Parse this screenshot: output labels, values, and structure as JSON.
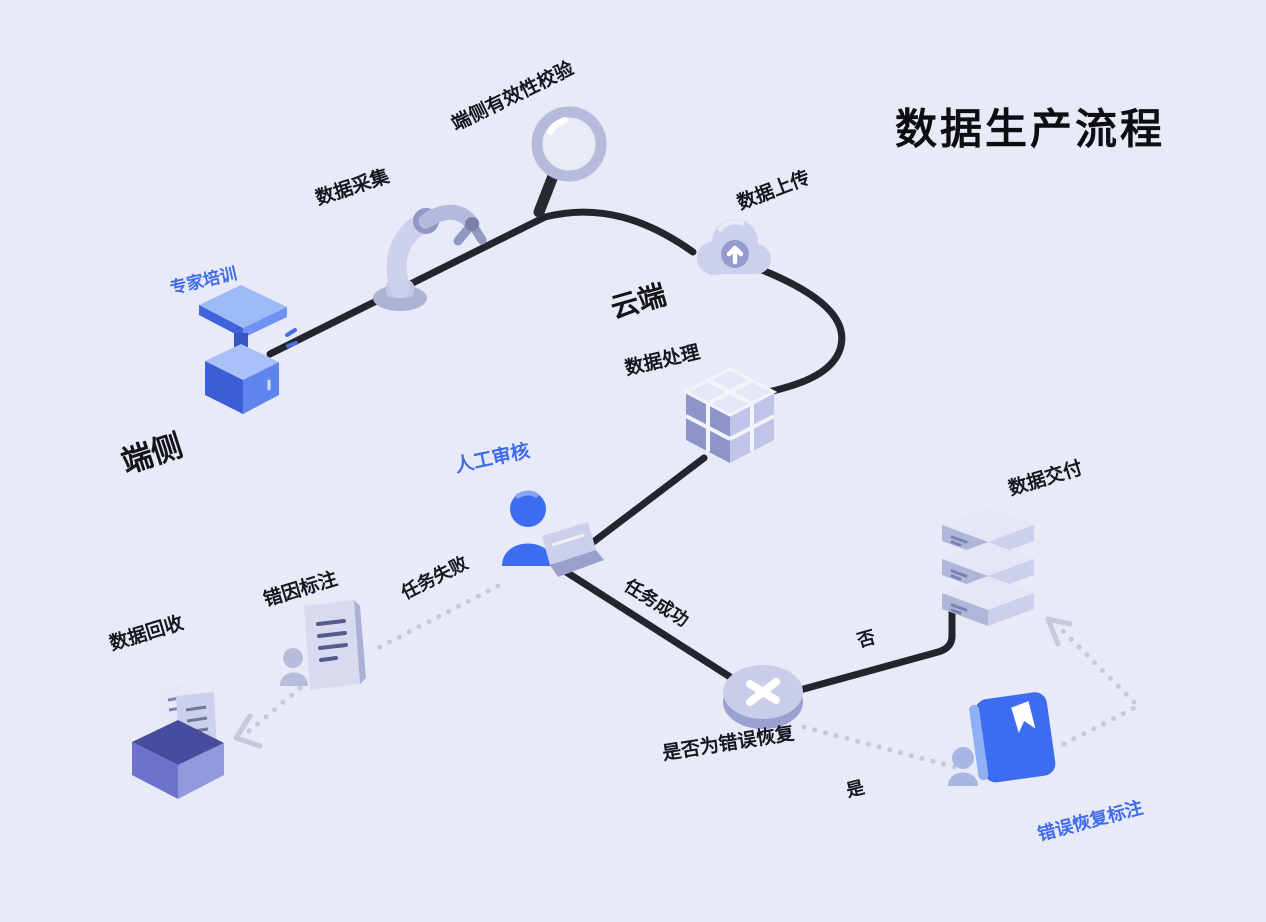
{
  "title": "数据生产流程",
  "labels": {
    "expert_training": "专家培训",
    "device_side": "端侧",
    "data_collection": "数据采集",
    "device_validity_check": "端侧有效性校验",
    "data_upload": "数据上传",
    "cloud_side": "云端",
    "data_processing": "数据处理",
    "manual_review": "人工审核",
    "task_failed": "任务失败",
    "error_cause_annotation": "错因标注",
    "data_recycling": "数据回收",
    "task_success": "任务成功",
    "is_error_recovery": "是否为错误恢复",
    "branch_no": "否",
    "branch_yes": "是",
    "data_delivery": "数据交付",
    "error_recovery_annotation": "错误恢复标注"
  },
  "icons": {
    "podium-icon": "isometric blue podium (expert training)",
    "robot-arm-icon": "robot arm (data collection)",
    "magnifier-icon": "magnifying glass (validity check)",
    "cloud-upload-icon": "cloud with upload arrow",
    "cube-icon": "isometric segmented cube (data processing)",
    "person-laptop-icon": "person with laptop (manual review)",
    "document-person-icon": "document with person (error cause annotation)",
    "recycle-box-icon": "open box with papers (data recycling)",
    "decision-icon": "isometric disc with X (decision)",
    "server-icon": "server stack (data delivery)",
    "book-person-icon": "blue book with bookmark and person (error recovery annotation)"
  },
  "colors": {
    "background": "#e9eaf7",
    "accent_blue": "#3e6cf0",
    "text_dark": "#17181f",
    "flow_line": "#23242e",
    "dotted_line": "#c6c9dc",
    "icon_lavender_light": "#e4e7f5",
    "icon_lavender_mid": "#b2b7dc",
    "icon_lavender_dark": "#8d94c8"
  }
}
